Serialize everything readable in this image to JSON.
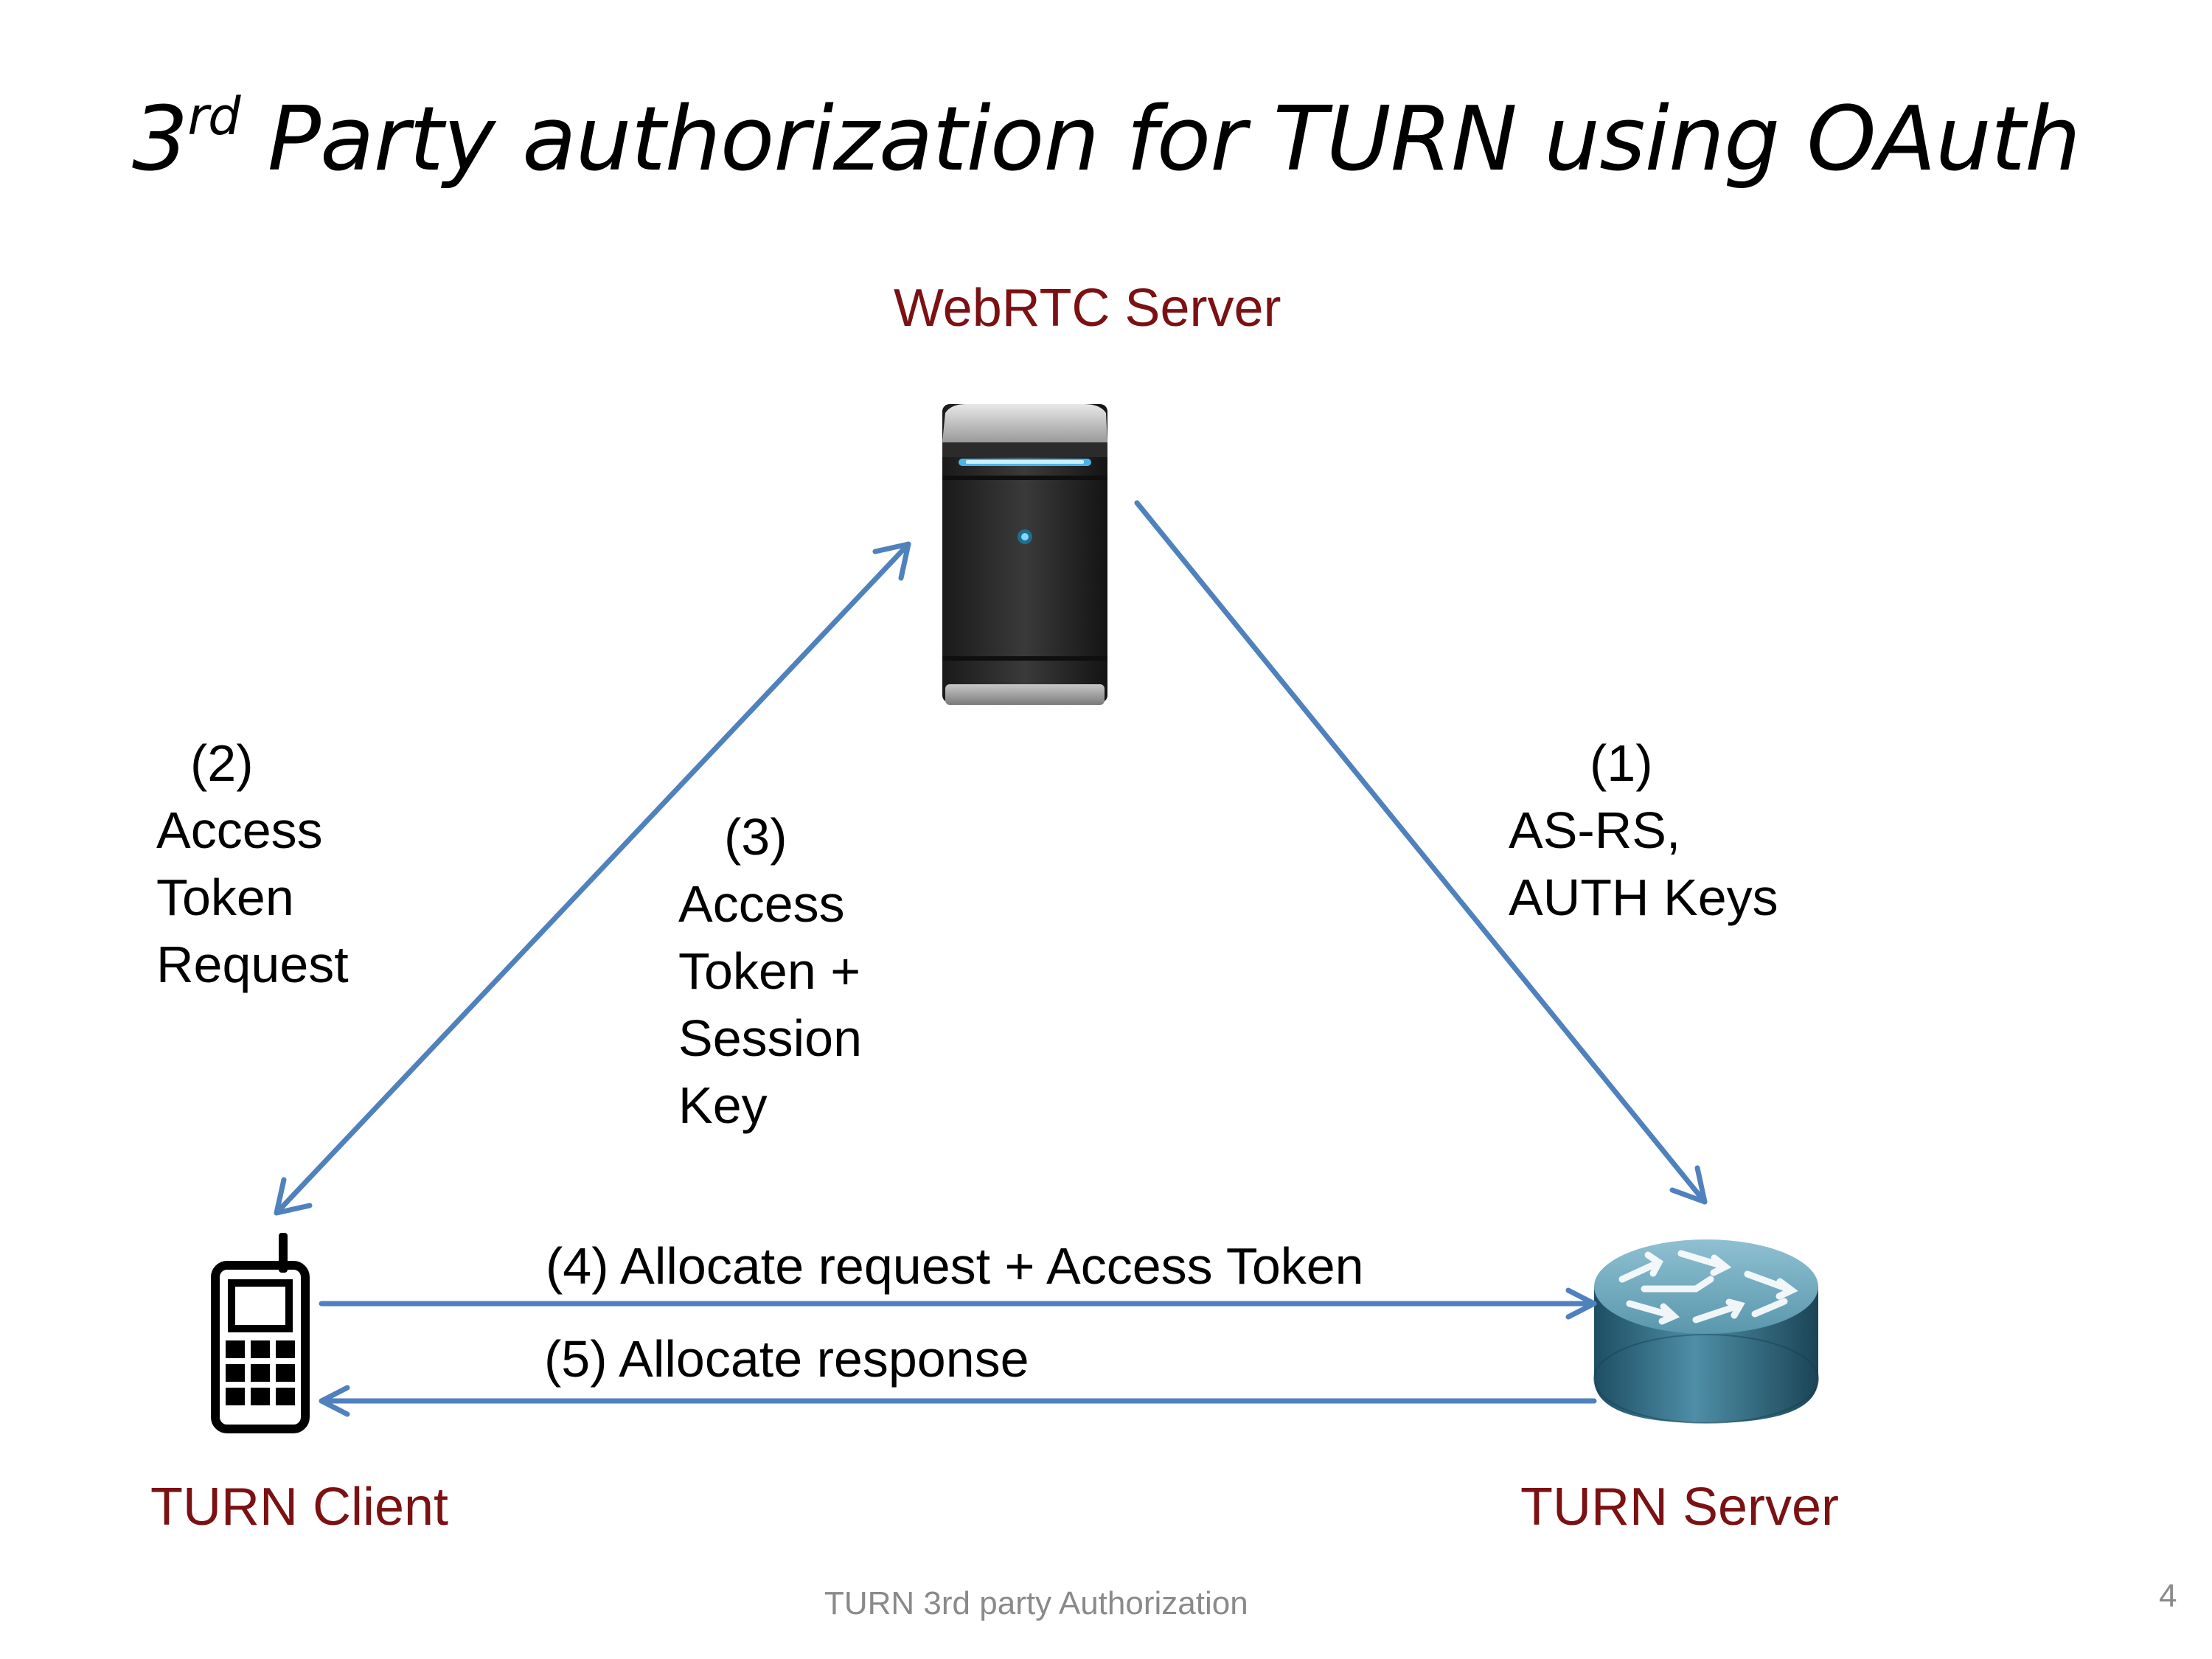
{
  "title": {
    "prefix": "3",
    "superscript": "rd",
    "rest": " Party authorization for TURN using OAuth"
  },
  "nodes": {
    "webrtc_server": {
      "label": "WebRTC Server",
      "icon": "server-tower-icon"
    },
    "turn_client": {
      "label": "TURN Client",
      "icon": "mobile-phone-icon"
    },
    "turn_server": {
      "label": "TURN Server",
      "icon": "router-icon"
    }
  },
  "steps": {
    "step1": {
      "number": "(1)",
      "lines": [
        "AS-RS,",
        "AUTH Keys"
      ]
    },
    "step2": {
      "number": "(2)",
      "lines": [
        "Access",
        "Token",
        "Request"
      ]
    },
    "step3": {
      "number": "(3)",
      "lines": [
        "Access",
        "Token +",
        "Session",
        "Key"
      ]
    },
    "step4": {
      "text": "(4) Allocate request + Access Token"
    },
    "step5": {
      "text": "(5) Allocate response"
    }
  },
  "footer": {
    "center": "TURN 3rd party Authorization",
    "page_number": "4"
  },
  "colors": {
    "arrow": "#4f81bd",
    "node_label": "#7b1113",
    "footer": "#8a8a8a"
  }
}
